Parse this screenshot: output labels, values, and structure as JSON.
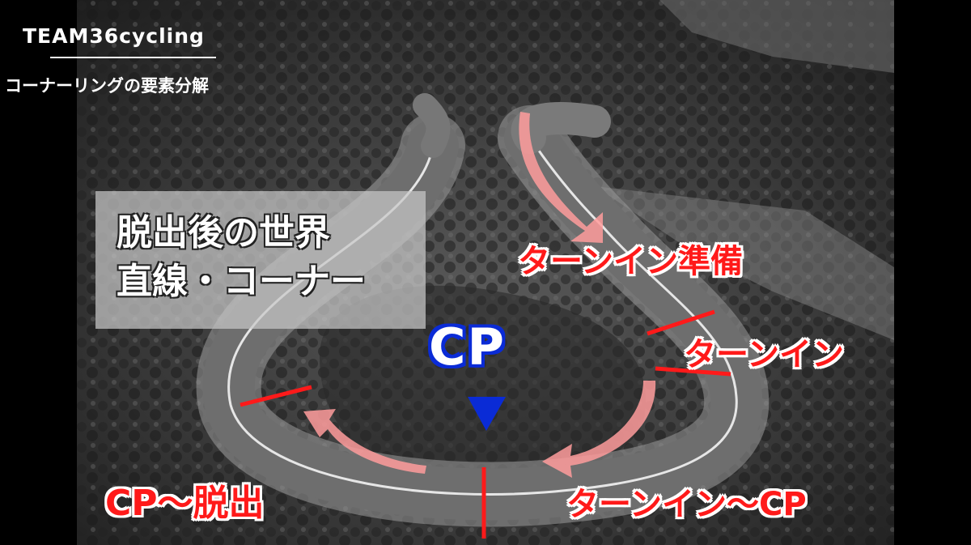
{
  "brand": "TEAM36cycling",
  "subtitle": "コーナーリングの要素分解",
  "info_box": {
    "line1": "脱出後の世界",
    "line2": "直線・コーナー"
  },
  "labels": {
    "turn_in_prep": "ターンイン準備",
    "turn_in": "ターンイン",
    "cp": "CP",
    "turn_in_to_cp": "ターンイン〜CP",
    "cp_to_exit": "CP〜脱出"
  },
  "colors": {
    "label_red": "#ff1a1a",
    "cp_blue": "#0a2bd6",
    "arrow_pink": "#ff9c9c"
  }
}
